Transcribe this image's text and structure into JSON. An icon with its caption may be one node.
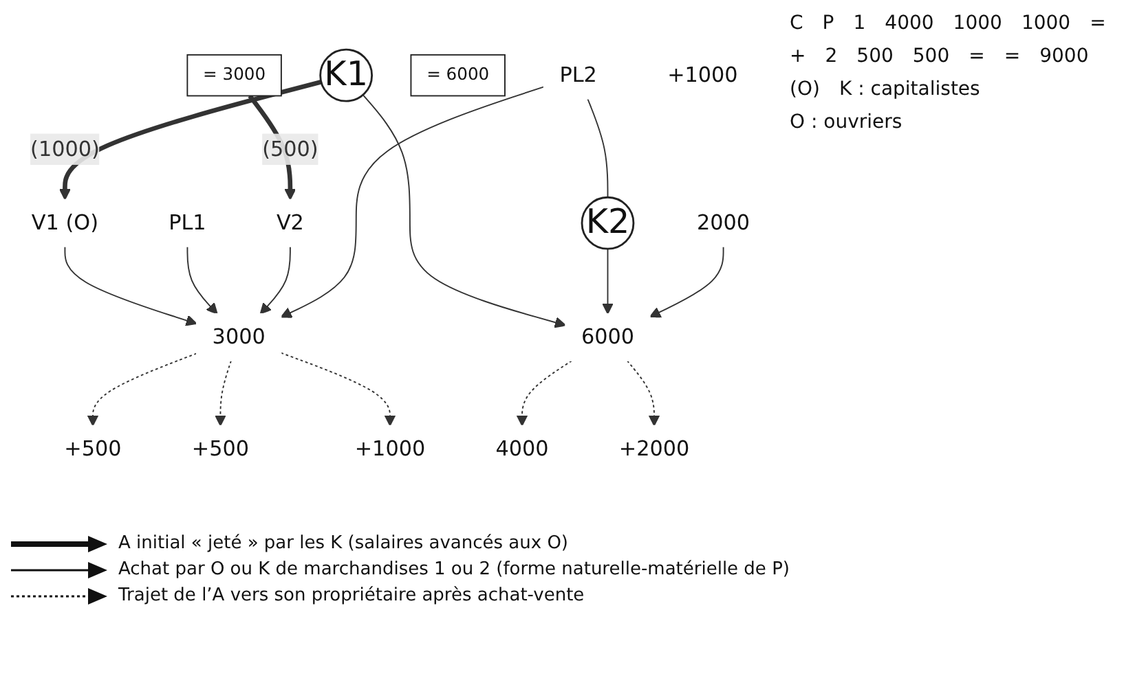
{
  "diagram": {
    "nodes": [
      {
        "text": [
          "K1"
        ]
      },
      {
        "text": [
          "4000"
        ]
      },
      {
        "text": [
          "+2000"
        ]
      },
      {
        "text": [
          "= 6000"
        ]
      },
      {
        "text": [
          "V1 (O)"
        ]
      },
      {
        "text": [
          "PL1"
        ]
      },
      {
        "text": [
          "6000"
        ]
      },
      {
        "text": [
          "2000"
        ]
      },
      {
        "text": [
          "3000"
        ]
      },
      {
        "text": [
          "V2"
        ]
      },
      {
        "text": [
          "PL2"
        ]
      },
      {
        "text": [
          "+500"
        ]
      },
      {
        "text": [
          "+500"
        ]
      },
      {
        "text": [
          "+1000"
        ]
      },
      {
        "text": [
          "+1000"
        ]
      },
      {
        "text": [
          "= 3000"
        ]
      },
      {
        "text": [
          "K2"
        ]
      }
    ],
    "edges": [
      {
        "from": 15,
        "to": 9,
        "arrow": "to",
        "style": "thick",
        "label": "(500)"
      },
      {
        "from": 0,
        "to": 4,
        "arrow": "to",
        "style": "thick",
        "label": "(1000)"
      },
      {
        "from": 0,
        "to": 6,
        "arrow": "to"
      },
      {
        "from": 16,
        "to": 6,
        "arrow": "to"
      },
      {
        "from": 7,
        "to": 6,
        "arrow": "to"
      },
      {
        "from": 4,
        "to": 8,
        "arrow": "to"
      },
      {
        "from": 5,
        "to": 8,
        "arrow": "to"
      },
      {
        "from": 9,
        "to": 8,
        "arrow": "to"
      },
      {
        "from": 10,
        "to": 8,
        "arrow": "to"
      },
      {
        "from": 10,
        "to": 16,
        "arrow": "none"
      },
      {
        "from": 6,
        "to": 1,
        "arrow": "to",
        "style": "dashed"
      },
      {
        "from": 6,
        "to": 2,
        "arrow": "to",
        "style": "dashed"
      },
      {
        "from": 8,
        "to": 11,
        "arrow": "to",
        "style": "dashed"
      },
      {
        "from": 8,
        "to": 12,
        "arrow": "to",
        "style": "dashed"
      },
      {
        "from": 8,
        "to": 13,
        "arrow": "to",
        "style": "dashed"
      }
    ],
    "labels": [
      "C",
      "P",
      "1",
      "4000",
      "1000",
      "1000",
      "=",
      "+",
      "2",
      "500",
      "500",
      "=",
      "=",
      "9000",
      "(O)",
      "K : capitalistes",
      "O : ouvriers"
    ],
    "legend": [
      {
        "text": "A initial « jeté » par les K (salaires avancés aux O)"
      },
      {
        "text": "Achat par O ou K de marchandises 1 ou 2 (forme naturelle-matérielle de P)"
      },
      {
        "text": "Trajet de l’A vers son propriétaire après achat-vente"
      }
    ]
  }
}
